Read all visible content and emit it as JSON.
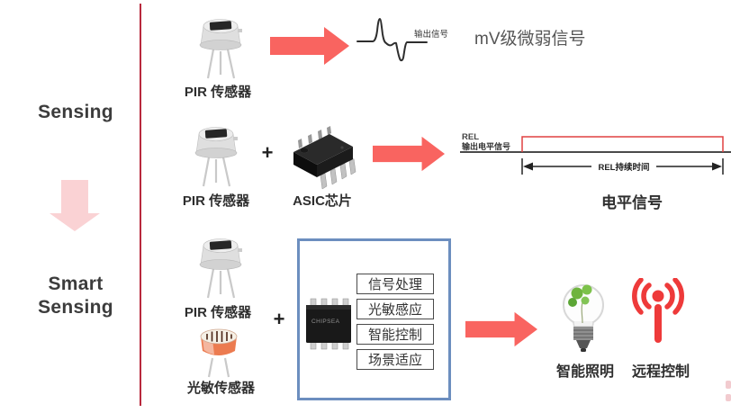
{
  "sidebar": {
    "sensing": "Sensing",
    "smart_line1": "Smart",
    "smart_line2": "Sensing"
  },
  "row1": {
    "component_label": "PIR 传感器",
    "signal_label": "输出信号",
    "result": "mV级微弱信号"
  },
  "row2": {
    "component_label": "PIR 传感器",
    "plus": "+",
    "chip_label": "ASIC芯片",
    "rel_line1": "REL",
    "rel_line2": "输出电平信号",
    "duration_label": "REL持续时间",
    "result": "电平信号"
  },
  "row3": {
    "component_label": "PIR 传感器",
    "plus": "+",
    "ldr_label": "光敏传感器",
    "chip_text": "CHIPSEA",
    "features": [
      "信号处理",
      "光敏感应",
      "智能控制",
      "场景适应"
    ],
    "outputs": [
      {
        "label": "智能照明",
        "icon": "light-bulb-icon"
      },
      {
        "label": "远程控制",
        "icon": "antenna-icon"
      }
    ]
  },
  "colors": {
    "arrow_red": "#F96460",
    "pink_arrow": "#FAD2D4",
    "divider_red": "#B8293D",
    "blue_box_border": "#6C8EBF",
    "icon_red": "#EE3A3A",
    "pulse_red": "#E04040"
  }
}
